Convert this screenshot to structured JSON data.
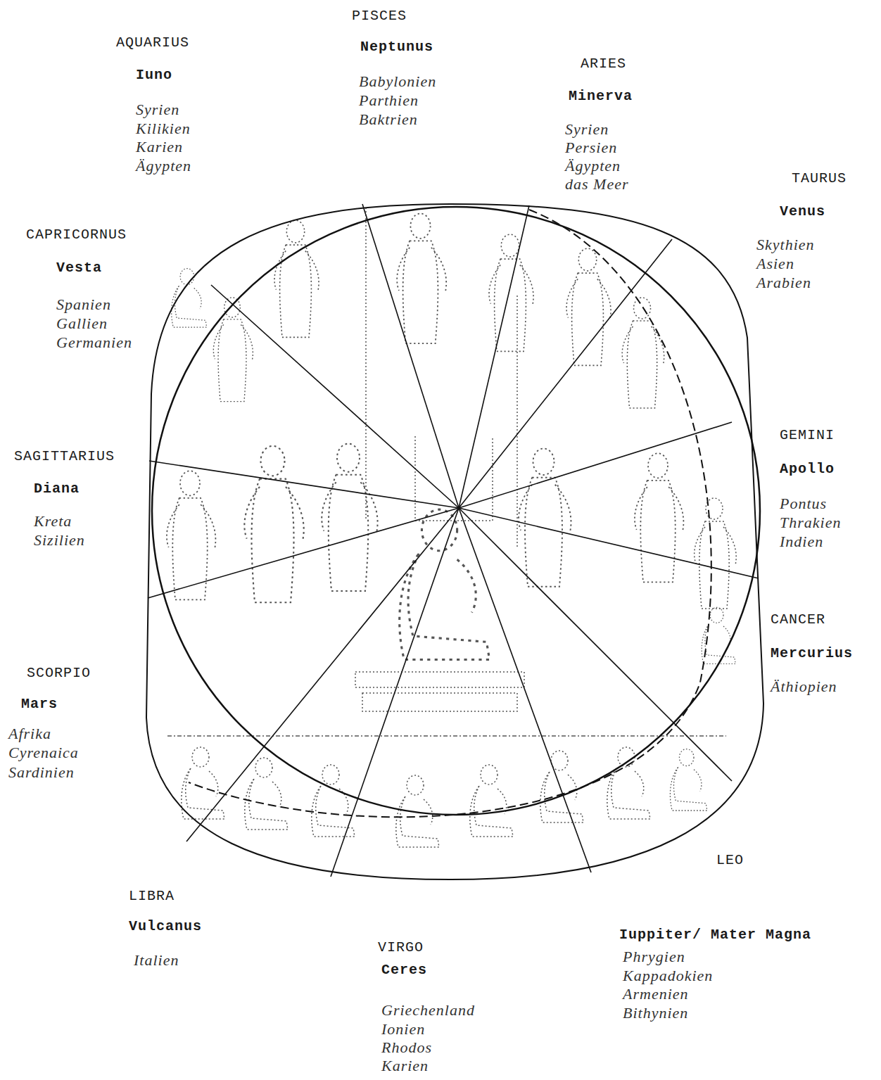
{
  "diagram": {
    "labels": [
      "PISCES",
      "Neptunus",
      "Babylonien",
      "Parthien",
      "Baktrien",
      "AQUARIUS",
      "Iuno",
      "Syrien",
      "Kilikien",
      "Karien",
      "Ägypten",
      "ARIES",
      "Minerva",
      "Syrien",
      "Persien",
      "Ägypten",
      "das Meer",
      "TAURUS",
      "Venus",
      "Skythien",
      "Asien",
      "Arabien",
      "CAPRICORNUS",
      "Vesta",
      "Spanien",
      "Gallien",
      "Germanien",
      "GEMINI",
      "Apollo",
      "Pontus",
      "Thrakien",
      "Indien",
      "SAGITTARIUS",
      "Diana",
      "Kreta",
      "Sizilien",
      "CANCER",
      "Mercurius",
      "Äthiopien",
      "SCORPIO",
      "Mars",
      "Afrika",
      "Cyrenaica",
      "Sardinien",
      "LEO",
      "LIBRA",
      "Vulcanus",
      "Italien",
      "VIRGO",
      "Ceres",
      "Griechenland",
      "Ionien",
      "Rhodos",
      "Karien",
      "Iuppiter/ Mater Magna",
      "Phrygien",
      "Kappadokien",
      "Armenien",
      "Bithynien"
    ]
  }
}
